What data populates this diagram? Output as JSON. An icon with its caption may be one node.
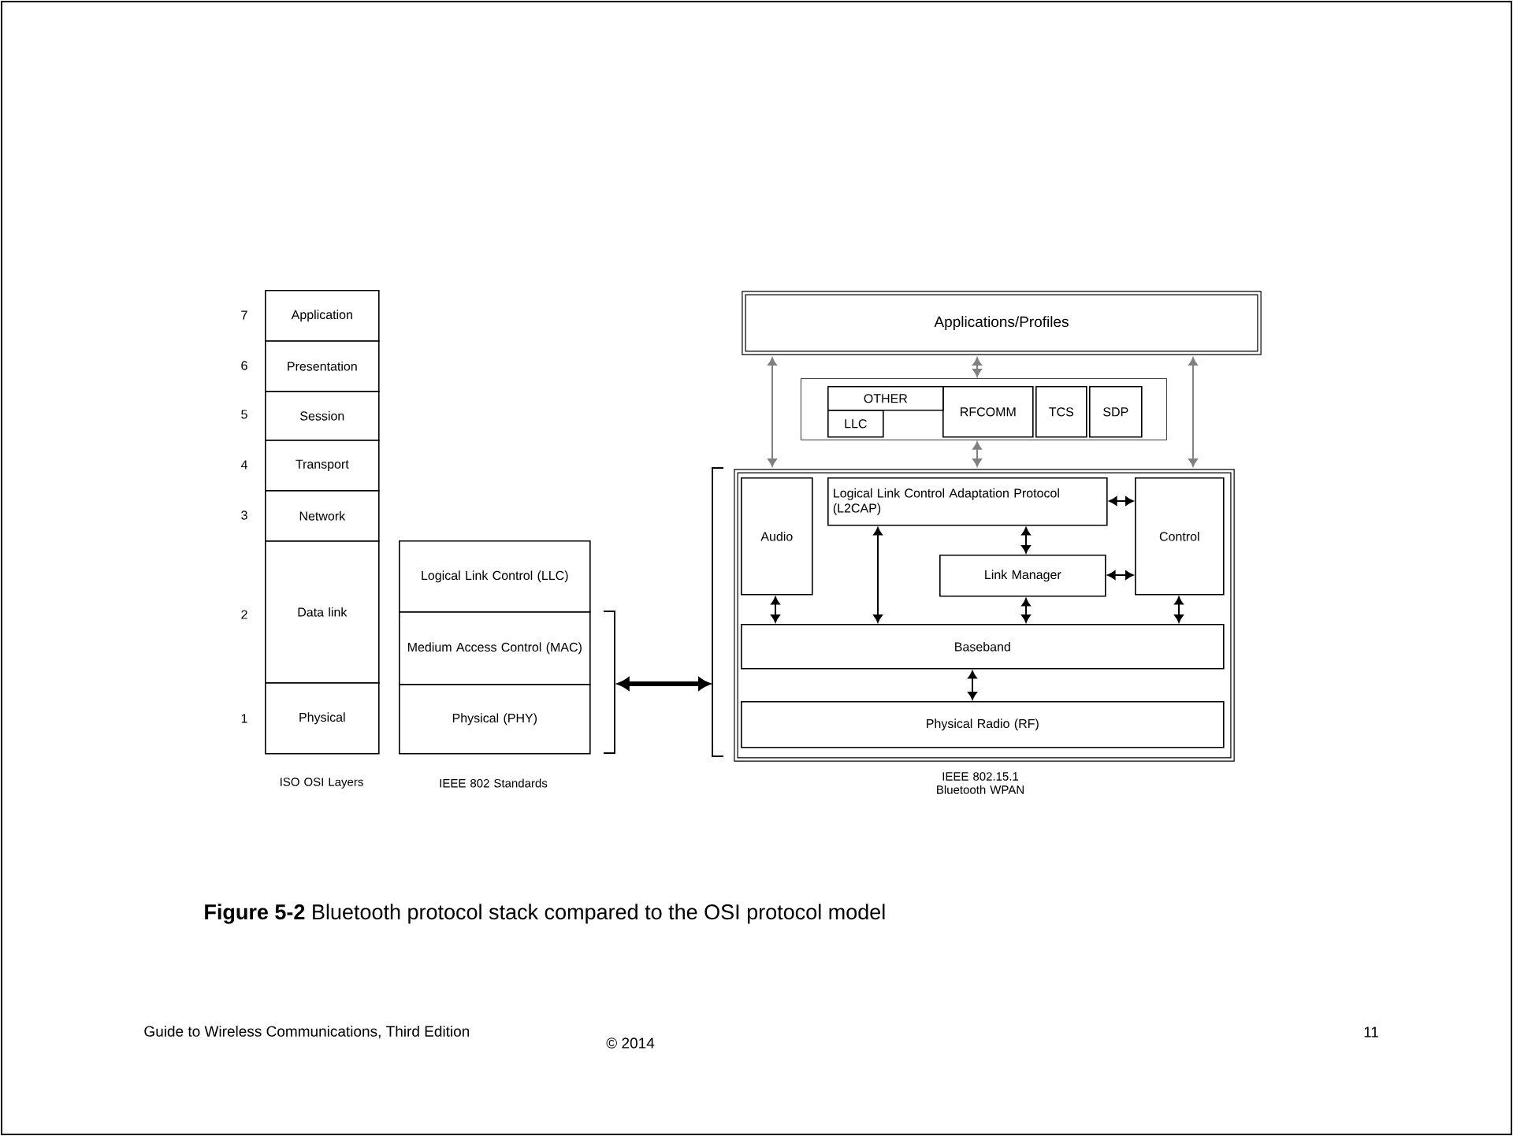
{
  "diagram": {
    "caption": "**Figure 5-2** Bluetooth protocol stack compared to the OSI protocol model",
    "nodes": [
      {
        "text": [
          "Application"
        ]
      },
      {
        "text": [
          "Presentation"
        ]
      },
      {
        "text": [
          "Session"
        ]
      },
      {
        "text": [
          "Transport"
        ]
      },
      {
        "text": [
          "Network"
        ]
      },
      {
        "text": [
          "Data link"
        ]
      },
      {
        "text": [
          "Physical"
        ]
      },
      {
        "text": [
          "Logical Link Control (LLC)"
        ]
      },
      {
        "text": [
          "Medium Access Control (MAC)"
        ]
      },
      {
        "text": [
          "Physical (PHY)"
        ]
      },
      {
        "text": [
          "Applications/Profiles"
        ]
      },
      {
        "text": [],
        "shape": "box"
      },
      {
        "text": [
          "OTHER"
        ],
        "in": 11
      },
      {
        "text": [
          "LLC"
        ],
        "in": 11
      },
      {
        "text": [
          "RFCOMM"
        ],
        "in": 11
      },
      {
        "text": [
          "TCS"
        ],
        "in": 11
      },
      {
        "text": [
          "SDP"
        ],
        "in": 11
      },
      {
        "text": [],
        "shape": "box"
      },
      {
        "text": [
          "Audio"
        ],
        "in": 17
      },
      {
        "text": [
          "Logical Link Control Adaptation Protocol (L2CAP)"
        ],
        "in": 17
      },
      {
        "text": [
          "Control"
        ],
        "in": 17
      },
      {
        "text": [
          "Link Manager"
        ],
        "in": 17
      },
      {
        "text": [
          "Baseband"
        ],
        "in": 17
      },
      {
        "text": [
          "Physical Radio (RF)"
        ],
        "in": 17
      },
      {
        "text": [],
        "shape": "bracket"
      },
      {
        "text": [],
        "shape": "bracket"
      }
    ],
    "edges": [
      {
        "from": 10,
        "to": 17,
        "arrow": "both",
        "color": "#808080"
      },
      {
        "from": 10,
        "to": 11,
        "arrow": "both",
        "color": "#808080"
      },
      {
        "from": 10,
        "to": 17,
        "arrow": "both",
        "color": "#808080"
      },
      {
        "from": 11,
        "to": 17,
        "arrow": "both",
        "color": "#808080"
      },
      {
        "from": 18,
        "to": 22,
        "arrow": "both"
      },
      {
        "from": 19,
        "to": 22,
        "arrow": "both"
      },
      {
        "from": 19,
        "to": 21,
        "arrow": "both"
      },
      {
        "from": 19,
        "to": 20,
        "arrow": "both"
      },
      {
        "from": 21,
        "to": 20,
        "arrow": "both"
      },
      {
        "from": 21,
        "to": 22,
        "arrow": "both"
      },
      {
        "from": 20,
        "to": 22,
        "arrow": "both"
      },
      {
        "from": 22,
        "to": 23,
        "arrow": "both"
      },
      {
        "from": 24,
        "to": 25,
        "arrow": "both",
        "style": "thick"
      }
    ],
    "labels": [
      "7",
      "6",
      "5",
      "4",
      "3",
      "2",
      "1",
      "ISO OSI Layers",
      "IEEE 802 Standards",
      "IEEE 802.15.1 Bluetooth WPAN",
      "Guide to Wireless Communications, Third Edition",
      "© 2014",
      "11"
    ]
  }
}
